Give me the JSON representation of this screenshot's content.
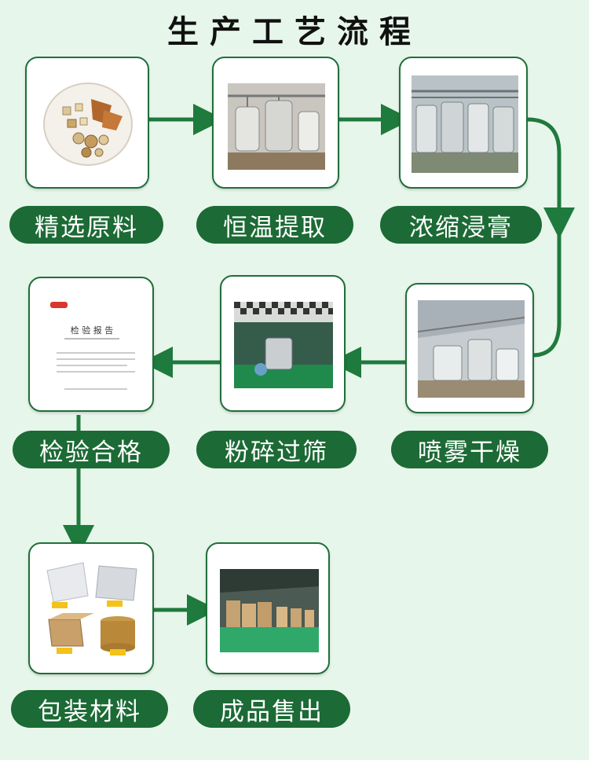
{
  "title": "生产工艺流程",
  "steps": [
    {
      "label": "精选原料",
      "image": "herbal-raw-materials-plate"
    },
    {
      "label": "恒温提取",
      "image": "extraction-tanks"
    },
    {
      "label": "浓缩浸膏",
      "image": "concentration-tanks"
    },
    {
      "label": "喷雾干燥",
      "image": "spray-dryer"
    },
    {
      "label": "粉碎过筛",
      "image": "grinding-room"
    },
    {
      "label": "检验合格",
      "image": "inspection-report-document"
    },
    {
      "label": "包装材料",
      "image": "packaging-bags-boxes-drums"
    },
    {
      "label": "成品售出",
      "image": "finished-goods-warehouse"
    }
  ],
  "report": {
    "heading": "检 验 报 告"
  },
  "colors": {
    "accent": "#1c6a35",
    "background": "#e7f6ea",
    "arrow": "#1f7a3d"
  }
}
